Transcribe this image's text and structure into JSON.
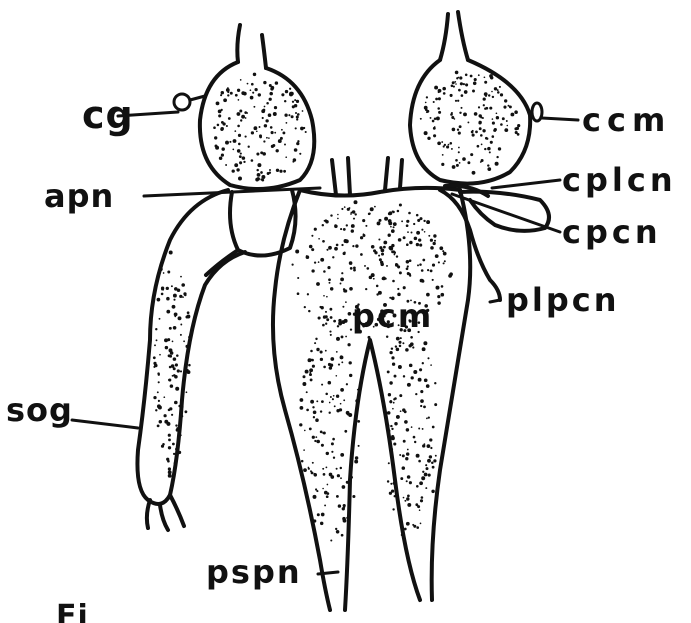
{
  "labels": {
    "cg": "cg",
    "apn": "apn",
    "sog": "sog",
    "ccm": "ccm",
    "cplcn": "cplcn",
    "cpcn": "cpcn",
    "plpcn": "plpcn",
    "pcm": "pcm",
    "pspn": "pspn",
    "caption": "Fi"
  },
  "colors": {
    "ink": "#111111",
    "paper": "#ffffff"
  }
}
